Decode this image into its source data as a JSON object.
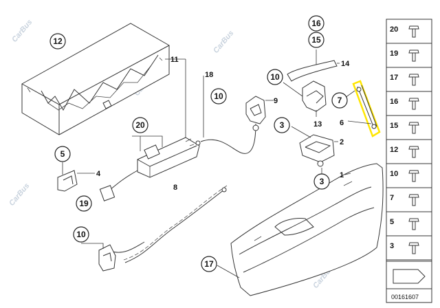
{
  "watermark": {
    "text": "CarBus"
  },
  "highlight": {
    "color": "#ffe600"
  },
  "callouts": [
    {
      "id": "c12",
      "text": "12"
    },
    {
      "id": "c10a",
      "text": "10"
    },
    {
      "id": "c20",
      "text": "20"
    },
    {
      "id": "c5",
      "text": "5"
    },
    {
      "id": "c19",
      "text": "19"
    },
    {
      "id": "c10b",
      "text": "10"
    },
    {
      "id": "c17",
      "text": "17"
    },
    {
      "id": "c16",
      "text": "16"
    },
    {
      "id": "c15",
      "text": "15"
    },
    {
      "id": "c10c",
      "text": "10"
    },
    {
      "id": "c7",
      "text": "7"
    },
    {
      "id": "c3a",
      "text": "3"
    },
    {
      "id": "c3b",
      "text": "3"
    }
  ],
  "labels": [
    {
      "id": "l11",
      "text": "11"
    },
    {
      "id": "l18",
      "text": "18"
    },
    {
      "id": "l9",
      "text": "9"
    },
    {
      "id": "l4",
      "text": "4"
    },
    {
      "id": "l8",
      "text": "8"
    },
    {
      "id": "l14",
      "text": "14"
    },
    {
      "id": "l13",
      "text": "13"
    },
    {
      "id": "l6",
      "text": "6"
    },
    {
      "id": "l2",
      "text": "2"
    },
    {
      "id": "l1",
      "text": "1"
    }
  ],
  "legend": {
    "items": [
      "20",
      "19",
      "17",
      "16",
      "15",
      "12",
      "10",
      "7",
      "5",
      "3"
    ],
    "image_ref": "00161607"
  }
}
